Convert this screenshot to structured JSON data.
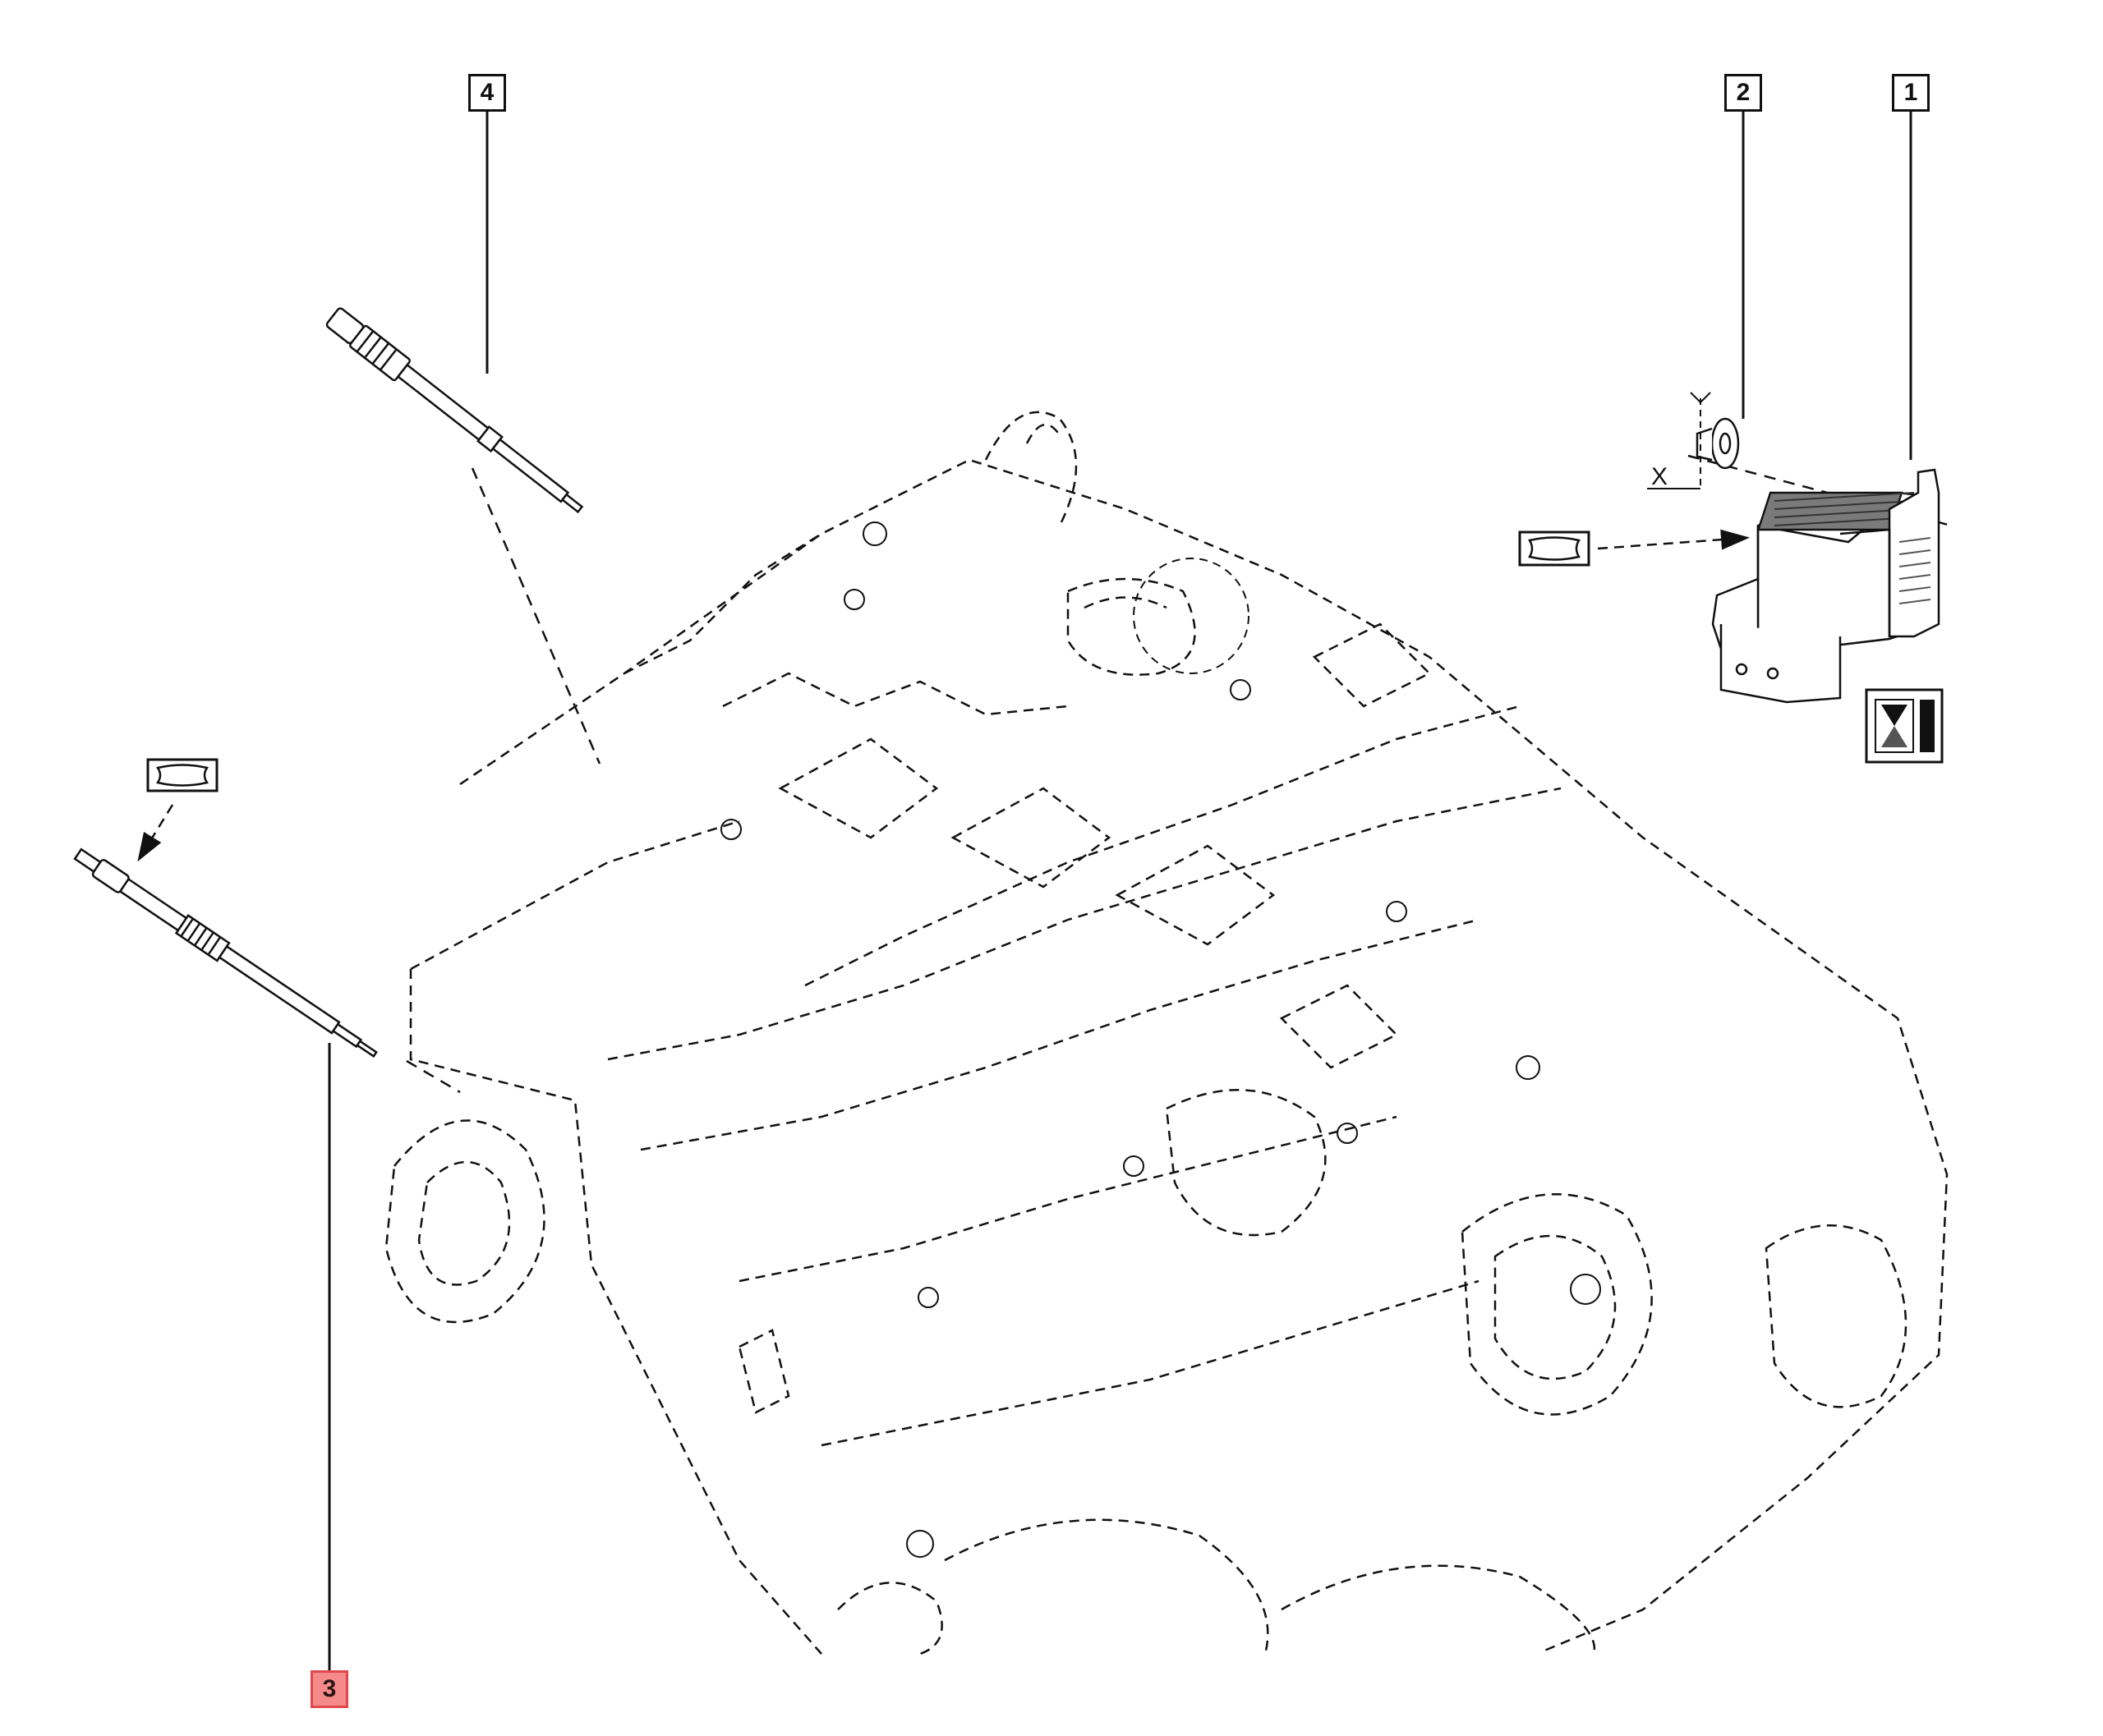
{
  "diagram": {
    "callouts": [
      {
        "label": "4"
      },
      {
        "label": "2"
      },
      {
        "label": "1"
      },
      {
        "label": "3"
      }
    ],
    "dimension_label": "X",
    "highlight_color": "#f48a8a",
    "line_color": "#111111",
    "icons": [
      "grease-symbol",
      "grease-symbol",
      "hourglass-symbol"
    ]
  }
}
